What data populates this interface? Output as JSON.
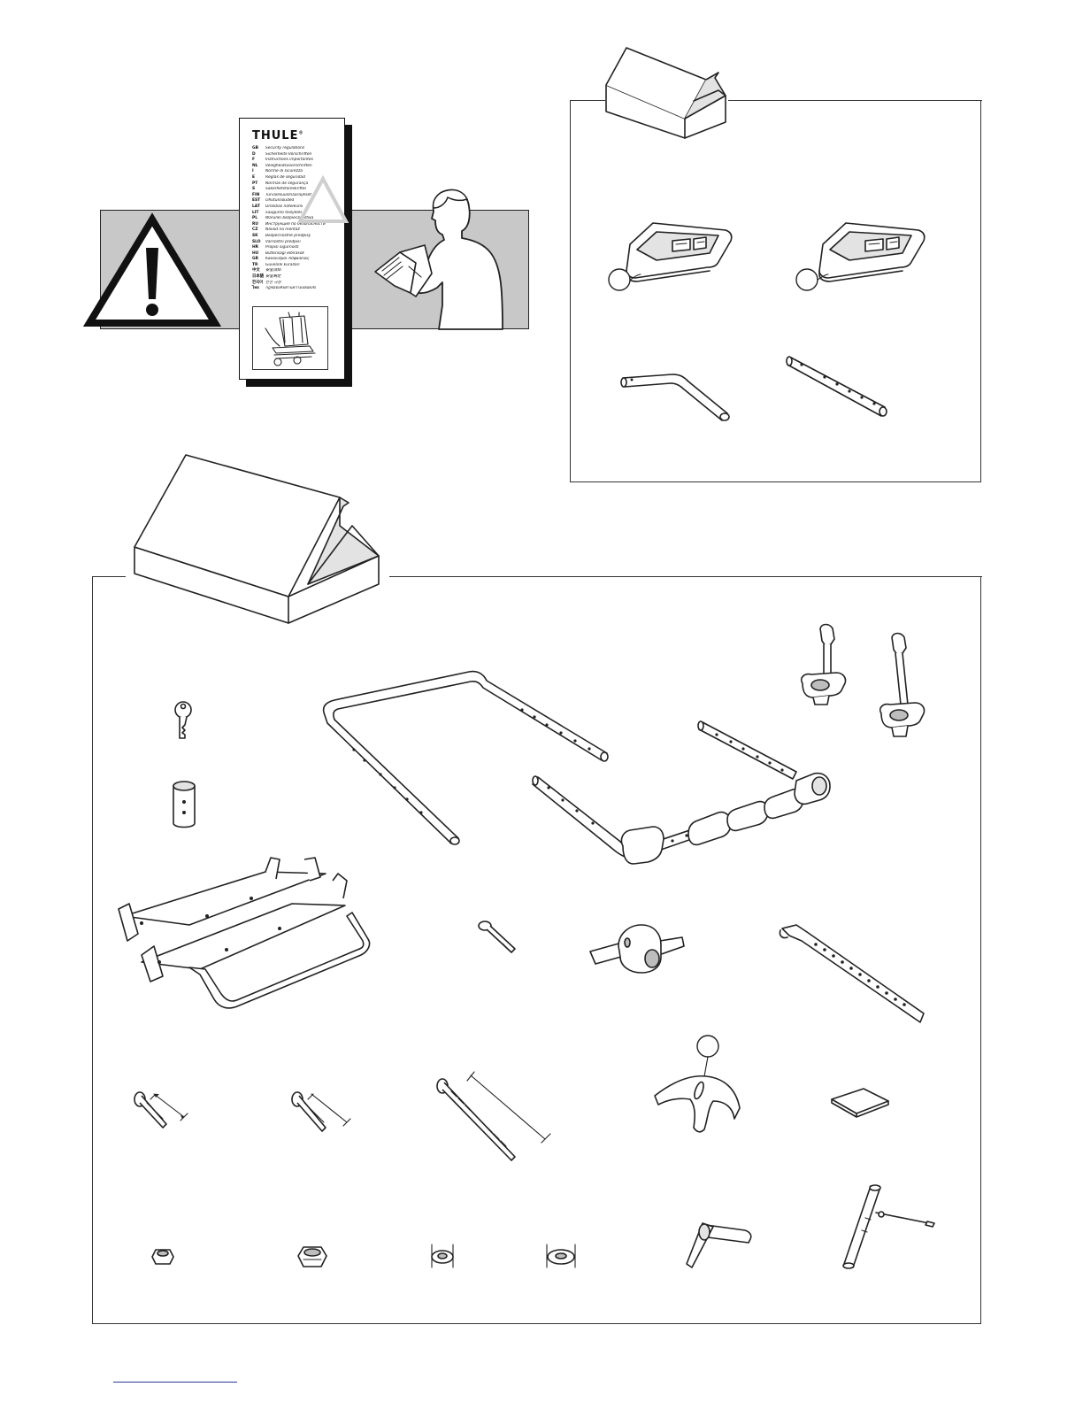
{
  "page": {
    "title": "Thule bike carrier assembly – package contents"
  },
  "booklet": {
    "brand": "THULE",
    "trademark": "®",
    "language_rows": [
      {
        "code": "GB",
        "text": "Security regulations"
      },
      {
        "code": "D",
        "text": "Sicherheits-Vorschriften"
      },
      {
        "code": "F",
        "text": "Instructions importantes"
      },
      {
        "code": "NL",
        "text": "Veiligheidsvoorschriften"
      },
      {
        "code": "I",
        "text": "Norme di sicurezza"
      },
      {
        "code": "E",
        "text": "Reglas de seguridad"
      },
      {
        "code": "PT",
        "text": "Normas de segurança"
      },
      {
        "code": "S",
        "text": "Säkerhetsföreskrifter"
      },
      {
        "code": "FIN",
        "text": "Turvallisuusmääräykset"
      },
      {
        "code": "EST",
        "text": "Ohutusnõuded"
      },
      {
        "code": "LAT",
        "text": "Drošības noteikumi"
      },
      {
        "code": "LIT",
        "text": "Saugumo taisyklės"
      },
      {
        "code": "PL",
        "text": "Warunki bezpieczeństwa"
      },
      {
        "code": "RU",
        "text": "Инструкция по безопасности"
      },
      {
        "code": "CZ",
        "text": "Návod na montáž"
      },
      {
        "code": "SK",
        "text": "Bezpečnostné predpisy"
      },
      {
        "code": "SLO",
        "text": "Varnostni predpisi"
      },
      {
        "code": "HR",
        "text": "Propisi sigurnosti"
      },
      {
        "code": "HU",
        "text": "Biztonsági előírások"
      },
      {
        "code": "GR",
        "text": "Κανονισμοί Ασφαλείας"
      },
      {
        "code": "TR",
        "text": "Güvenlik kuralları"
      },
      {
        "code": "中文",
        "text": "安全须知"
      },
      {
        "code": "日本語",
        "text": "安全規定"
      },
      {
        "code": "한국어",
        "text": "안전 규정"
      },
      {
        "code": "ไทย",
        "text": "กฎข้อบังคับด้านความปลอดภัย"
      }
    ]
  },
  "icons": [
    "warning-triangle-icon",
    "small-box-icon",
    "large-box-icon"
  ],
  "colors": {
    "panel_gray": "#c8c8c8",
    "line": "#222222",
    "link_rule": "#2a3a9a"
  }
}
